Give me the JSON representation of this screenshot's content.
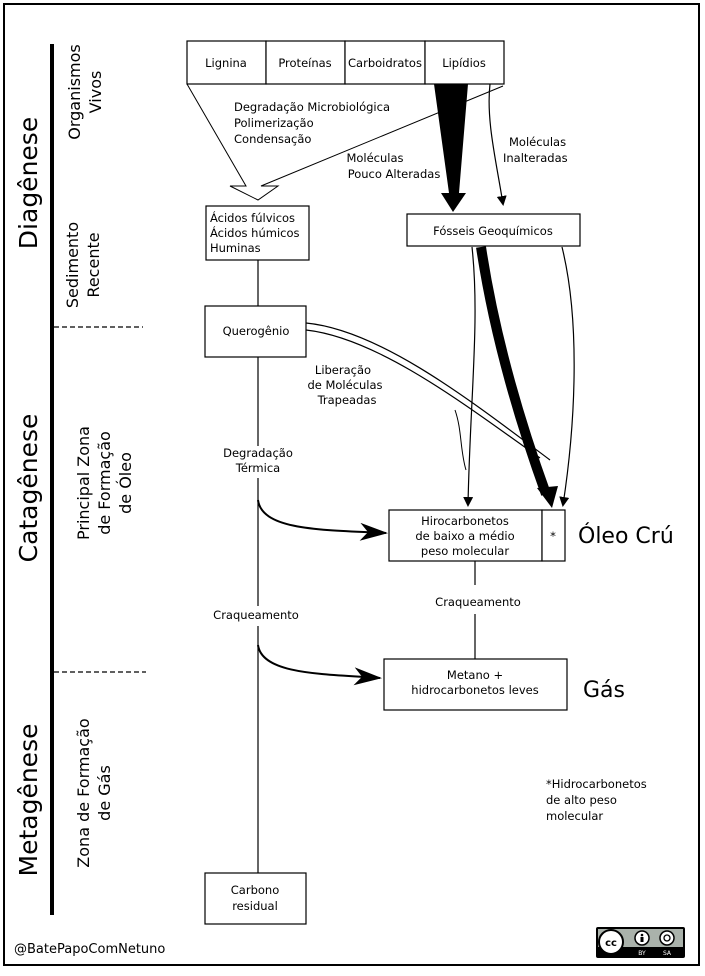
{
  "phases": [
    {
      "id": "diagenese",
      "label": "Diagênese"
    },
    {
      "id": "catagenese",
      "label": "Catagênese"
    },
    {
      "id": "metagenese",
      "label": "Metagênese"
    }
  ],
  "zones": {
    "organismos": [
      "Organismos",
      "Vivos"
    ],
    "sedimento": [
      "Sedimento",
      "Recente"
    ],
    "oleo": [
      "Principal Zona",
      "de Formação",
      "de Óleo"
    ],
    "gas": [
      "Zona de Formação",
      "de Gás"
    ]
  },
  "top_boxes": [
    "Lignina",
    "Proteínas",
    "Carboidratos",
    "Lipídios"
  ],
  "notes": {
    "degradacao": [
      "Degradação Microbiológica",
      "Polimerização",
      "Condensação"
    ],
    "pouco_alteradas": [
      "Moléculas",
      "Pouco Alteradas"
    ],
    "inalteradas": [
      "Moléculas",
      "Inalteradas"
    ],
    "liberacao": [
      "Liberação",
      "de Moléculas",
      "Trapeadas"
    ],
    "degradacao_termica": [
      "Degradação",
      "Térmica"
    ],
    "craqueamento_left": "Craqueamento",
    "craqueamento_right": "Craqueamento",
    "footnote": [
      "*Hidrocarbonetos",
      "de alto peso",
      "molecular"
    ]
  },
  "boxes": {
    "acidos": [
      "Ácidos fúlvicos",
      "Ácidos húmicos",
      "Huminas"
    ],
    "fosseis": "Fósseis Geoquímicos",
    "querogenio": "Querogênio",
    "hidrocarbonetos": [
      "Hirocarbonetos",
      "de baixo a médio",
      "peso  molecular"
    ],
    "asterisk": "*",
    "metano": [
      "Metano +",
      "hidrocarbonetos leves"
    ],
    "carbono": [
      "Carbono",
      "residual"
    ]
  },
  "products": {
    "oleo": "Óleo Crú",
    "gas": "Gás"
  },
  "credit": "@BatePapoComNetuno",
  "license": {
    "cc": "cc",
    "by": "BY",
    "sa": "SA"
  }
}
